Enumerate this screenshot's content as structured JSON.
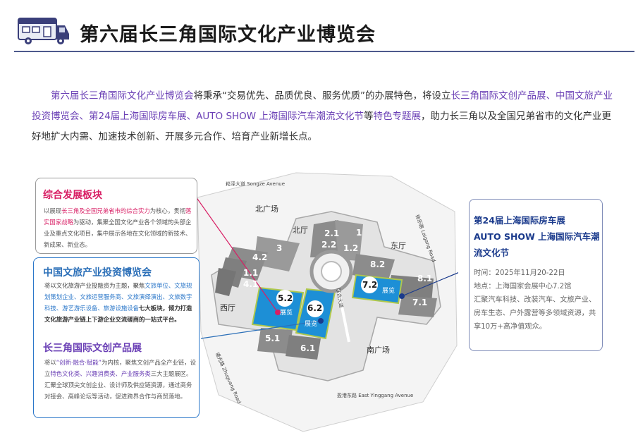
{
  "header": {
    "title": "第六届长三角国际文化产业博览会",
    "icon": "camper-van-icon"
  },
  "intro": {
    "s1": "第六届长三角国际文化产业博览会",
    "s2": "将秉承“交易优先、品质优良、服务优质”的办展特色，将设立",
    "s3": "长三角国际文创产品展、中国文旅产业投资博览会、第24届上海国际房车展、AUTO SHOW 上海国际汽车潮流文化节",
    "s4": "等",
    "s5": "特色专题展",
    "s6": "，助力长三角以及全国兄弟省市的文化产业更好地扩大内需、加速技术创新、开展多元合作、培育产业新增长点。"
  },
  "cards": {
    "comprehensive": {
      "title": "综合发展板块",
      "b1": "以展现",
      "b2": "长三角及全国兄弟省市的综合实力",
      "b3": "为核心，贯彻",
      "b4": "落实国家战略",
      "b5": "为驱动，集聚全国文化产业各个领域的头部企业及重点文化项目，集中展示各地在文化领域的新技术、新成果、新业态。"
    },
    "tourism": {
      "title": "中国文旅产业投资博览会",
      "b1": "将以文化旅游产业投融资为主题，聚焦",
      "b2": "文旅单位、文旅规划策划企业、文旅运营服务商、文旅演绎演出、文旅数字科技、游艺游乐设备、旅游设施设备",
      "b3": "七大板块，倾力打造文化旅游产业链上下游企业交流磋商的一站式平台。"
    },
    "creative": {
      "title": "长三角国际文创产品展",
      "b1": "将以",
      "b2": "“创新·融合·赋能”",
      "b3": "为内核，聚焦文创产品全产业链，设立",
      "b4": "特色文化类、兴趣消费类、产业服务类",
      "b5": "三大主题展区。汇聚全球顶尖文创企业、设计师及供应链资源，通过商务对接会、高峰论坛等活动，促进跨界合作与商贸落地。"
    },
    "rv": {
      "title1": "第24届上海国际房车展",
      "title2": "AUTO SHOW 上海国际汽车潮流文化节",
      "time": "时间：2025年11月20-22日",
      "place": "地点：上海国家会展中心7.2馆",
      "desc": "汇聚汽车科技、改装汽车、文旅产业、房车生态、户外露营等多领域资源，共享10万+高净值观众。"
    }
  },
  "map": {
    "halls": [
      "1",
      "1.1",
      "1.2",
      "2.1",
      "2.2",
      "3",
      "4.1",
      "4.2",
      "5.1",
      "5.2",
      "6.1",
      "6.2",
      "7.1",
      "7.2",
      "8.1",
      "8.2"
    ],
    "plazas": {
      "north": "北广场",
      "south": "南广场",
      "east": "东厅",
      "west": "西厅",
      "north_hall": "北厅"
    },
    "exhibit": "展览",
    "roads": {
      "north": "崧泽大道 Songze Avenue",
      "south": "盈港东路 East Yinggang Avenue",
      "east": "徐乐路 Laigang Road",
      "west": "诸光路 Zhuguang Road",
      "inner": "联合大道"
    }
  }
}
